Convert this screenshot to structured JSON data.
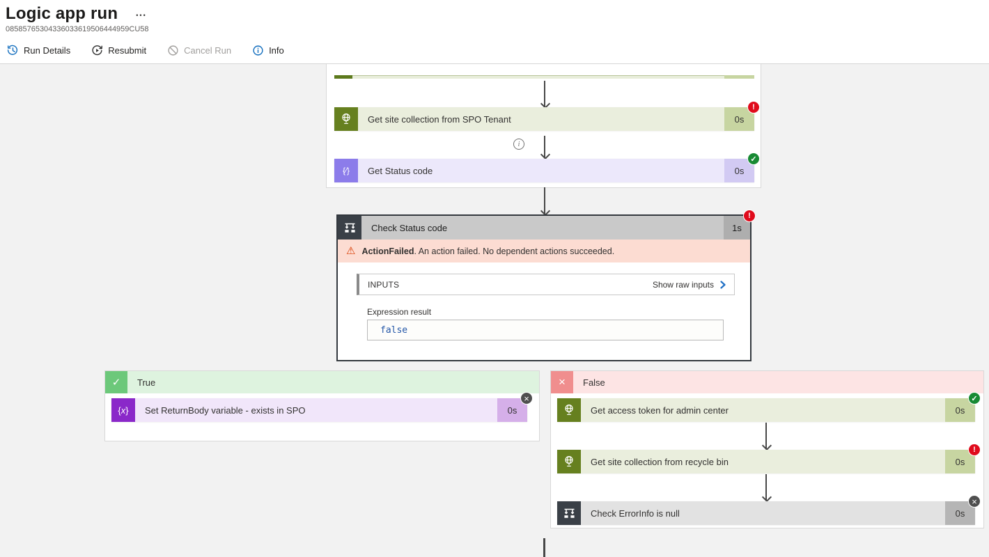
{
  "header": {
    "title": "Logic app run",
    "run_id": "08585765304336033619506444959CU58"
  },
  "toolbar": {
    "items": [
      {
        "label": "Run Details",
        "icon": "history-icon",
        "disabled": false
      },
      {
        "label": "Resubmit",
        "icon": "resubmit-icon",
        "disabled": false
      },
      {
        "label": "Cancel Run",
        "icon": "cancel-icon",
        "disabled": true
      },
      {
        "label": "Info",
        "icon": "info-icon",
        "disabled": false
      }
    ]
  },
  "canvas": {
    "top_actions": [
      {
        "title": "Get site collection from SPO Tenant",
        "duration": "0s",
        "status": "failed",
        "icon": "globe-icon"
      },
      {
        "title": "Get Status code",
        "duration": "0s",
        "status": "succeeded",
        "icon": "compose-icon"
      }
    ],
    "condition": {
      "title": "Check Status code",
      "duration": "1s",
      "status": "failed",
      "error_bold": "ActionFailed",
      "error_rest": ". An action failed. No dependent actions succeeded.",
      "inputs_label": "INPUTS",
      "show_raw_label": "Show raw inputs",
      "expression_label": "Expression result",
      "expression_value": "false"
    },
    "true_branch": {
      "label": "True",
      "actions": [
        {
          "title": "Set ReturnBody variable - exists in SPO",
          "duration": "0s",
          "status": "skipped",
          "icon": "set-variable-icon"
        }
      ]
    },
    "false_branch": {
      "label": "False",
      "actions": [
        {
          "title": "Get access token for admin center",
          "duration": "0s",
          "status": "succeeded",
          "icon": "globe-icon"
        },
        {
          "title": "Get site collection from recycle bin",
          "duration": "0s",
          "status": "failed",
          "icon": "globe-icon"
        },
        {
          "title": "Check ErrorInfo is null",
          "duration": "0s",
          "status": "skipped",
          "icon": "condition-icon"
        }
      ]
    }
  },
  "colors": {
    "status_failed": "#e00b1c",
    "status_succeeded": "#188a34",
    "status_skipped": "#4f4f4f",
    "accent_blue": "#0f6cbd",
    "error_banner": "#fcdcd2",
    "canvas_bg": "#f2f2f2"
  }
}
